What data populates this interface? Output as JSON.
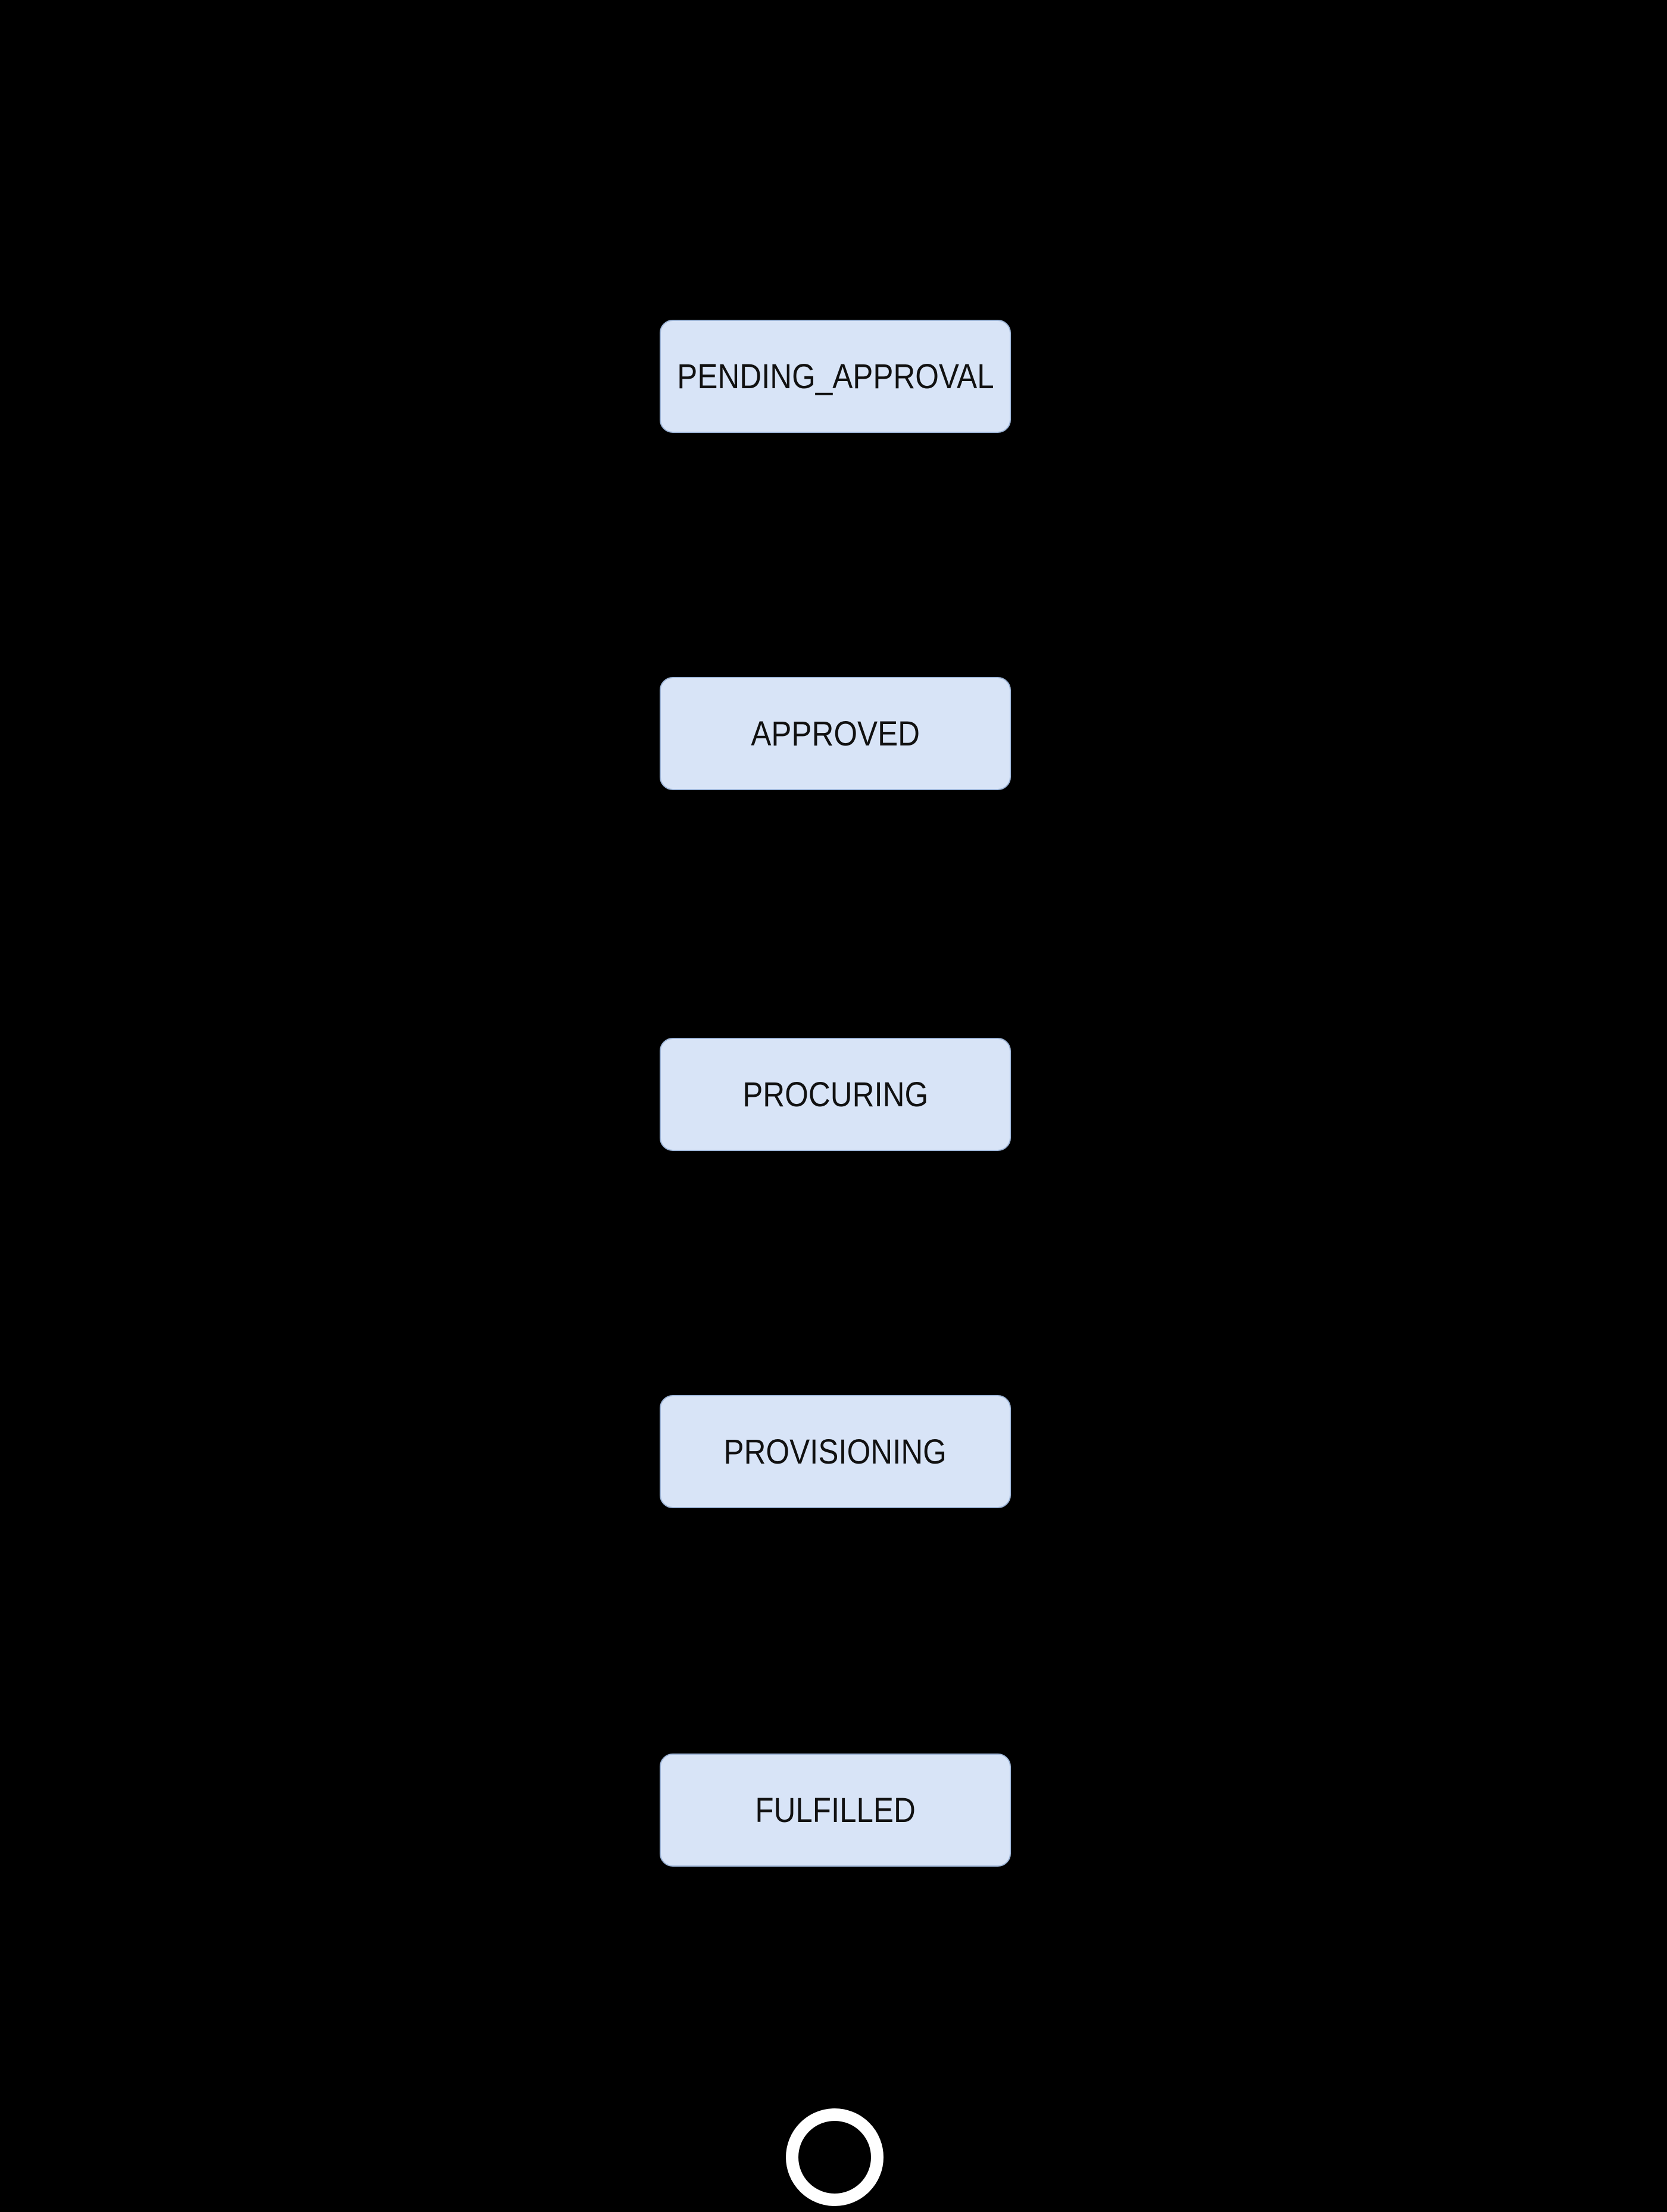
{
  "diagram": {
    "kind": "state-flow-diagram",
    "background_color": "#000000",
    "node_fill_color": "#d8e4f7",
    "node_border_color": "#9fb6d8",
    "node_text_color": "#111111",
    "end_ring_color": "#ffffff",
    "states": [
      {
        "label": "PENDING_APPROVAL"
      },
      {
        "label": "APPROVED"
      },
      {
        "label": "PROCURING"
      },
      {
        "label": "PROVISIONING"
      },
      {
        "label": "FULFILLED"
      }
    ],
    "end_state": {
      "shape": "circle"
    }
  }
}
